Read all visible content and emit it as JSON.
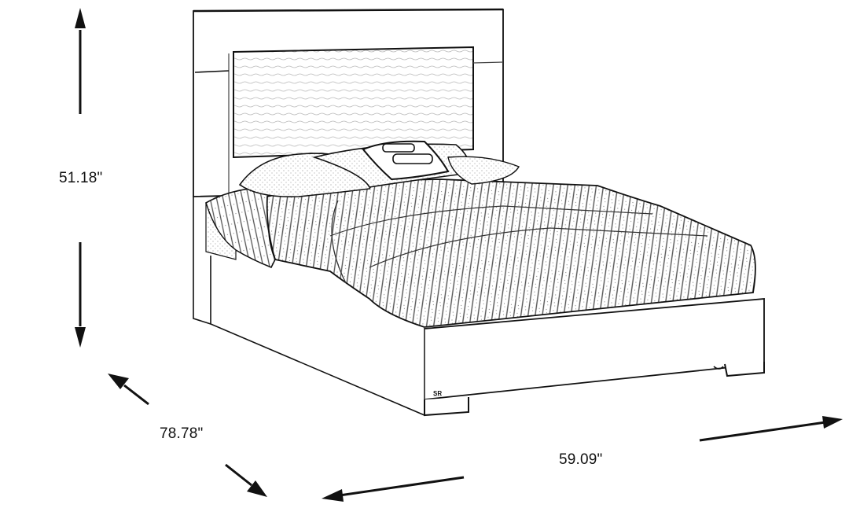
{
  "diagram": {
    "subject": "Bed",
    "style": "line drawing",
    "dimensions": {
      "height": {
        "label": "51.18\"",
        "axis": "vertical"
      },
      "depth": {
        "label": "78.78\"",
        "axis": "diagonal"
      },
      "width": {
        "label": "59.09\"",
        "axis": "horizontal"
      }
    },
    "colors": {
      "line": "#111111",
      "background": "#ffffff",
      "texture": "#8a8a8a"
    }
  }
}
